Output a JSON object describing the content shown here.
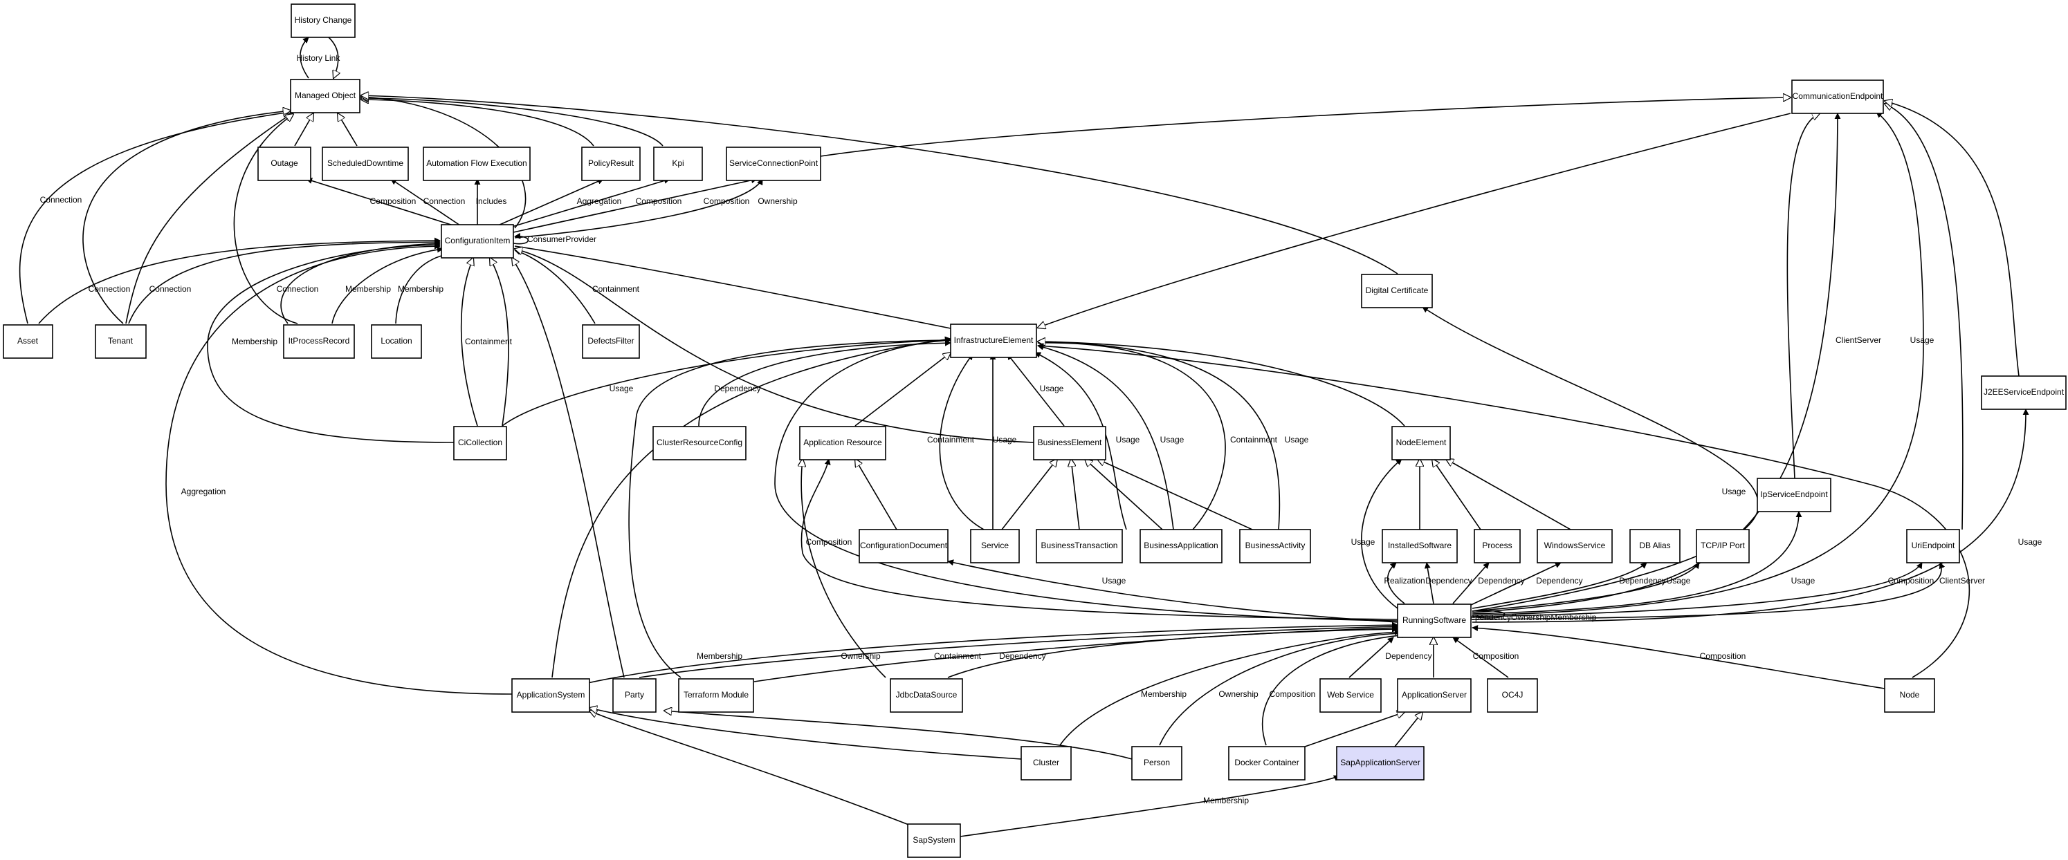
{
  "nodes": {
    "history_change": "History Change",
    "managed_object": "Managed Object",
    "outage": "Outage",
    "scheduled_downtime": "ScheduledDowntime",
    "automation_flow_execution": "Automation Flow Execution",
    "policy_result": "PolicyResult",
    "kpi": "Kpi",
    "service_connection_point": "ServiceConnectionPoint",
    "communication_endpoint": "CommunicationEndpoint",
    "configuration_item": "ConfigurationItem",
    "asset": "Asset",
    "tenant": "Tenant",
    "it_process_record": "ItProcessRecord",
    "location": "Location",
    "defects_filter": "DefectsFilter",
    "digital_certificate": "Digital Certificate",
    "infrastructure_element": "InfrastructureElement",
    "ci_collection": "CiCollection",
    "cluster_resource_config": "ClusterResourceConfig",
    "application_resource": "Application Resource",
    "business_element": "BusinessElement",
    "node_element": "NodeElement",
    "j2ee_service_endpoint": "J2EEServiceEndpoint",
    "ip_service_endpoint": "IpServiceEndpoint",
    "configuration_document": "ConfigurationDocument",
    "service": "Service",
    "business_transaction": "BusinessTransaction",
    "business_application": "BusinessApplication",
    "business_activity": "BusinessActivity",
    "installed_software": "InstalledSoftware",
    "process": "Process",
    "windows_service": "WindowsService",
    "db_alias": "DB Alias",
    "tcpip_port": "TCP/IP Port",
    "uri_endpoint": "UriEndpoint",
    "running_software": "RunningSoftware",
    "application_system": "ApplicationSystem",
    "party": "Party",
    "terraform_module": "Terraform Module",
    "jdbc_data_source": "JdbcDataSource",
    "web_service": "Web Service",
    "application_server": "ApplicationServer",
    "oc4j": "OC4J",
    "node": "Node",
    "cluster": "Cluster",
    "person": "Person",
    "docker_container": "Docker Container",
    "sap_application_server": "SapApplicationServer",
    "sap_system": "SapSystem"
  },
  "edges": {
    "history_link": "History Link",
    "connection": "Connection",
    "composition": "Composition",
    "includes": "Includes",
    "aggregation": "Aggregation",
    "ownership": "Ownership",
    "consumer_provider": "ConsumerProvider",
    "membership": "Membership",
    "containment": "Containment",
    "usage": "Usage",
    "dependency": "Dependency",
    "realization": "Realization",
    "client_server": "ClientServer",
    "running_software_self": "DependencyOwnershipMembership"
  }
}
